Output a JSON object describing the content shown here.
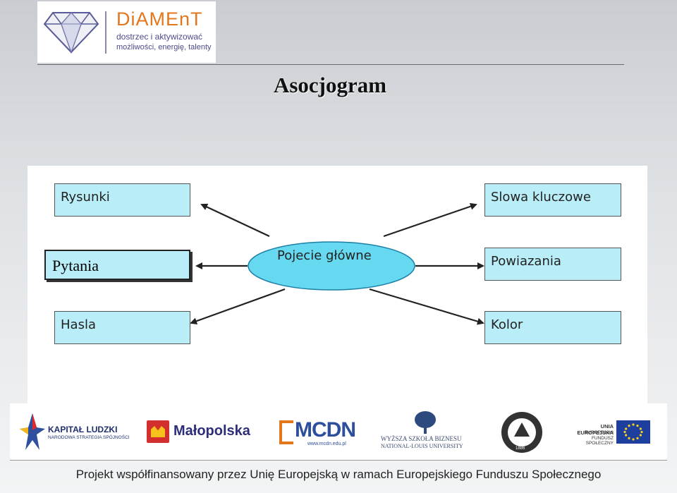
{
  "header": {
    "brand": "DiAMEnT",
    "tagline1": "dostrzec i aktywizować",
    "tagline2": "możliwości, energię, talenty"
  },
  "title": "Asocjogram",
  "diagram": {
    "central": "Pojecie główne",
    "nodes": {
      "rysunki": "Rysunki",
      "pytania": "Pytania",
      "hasla": "Hasla",
      "slowa": "Slowa kluczowe",
      "powiazania": "Powiazania",
      "kolor": "Kolor"
    },
    "colors": {
      "fill": "#b9eef8",
      "central_fill": "#66d9f0"
    }
  },
  "sponsors": {
    "kapital_title": "KAPITAŁ LUDZKI",
    "kapital_sub": "NARODOWA STRATEGIA SPÓJNOŚCI",
    "malopolska": "Małopolska",
    "mcdn": "MCDN",
    "mcdn_url": "www.mcdn.edu.pl",
    "wsb_line1": "WYŻSZA SZKOŁA BIZNESU",
    "wsb_line2": "NATIONAL-LOUIS UNIVERSITY",
    "nlu_year": "1886",
    "ue_line1": "UNIA EUROPEJSKA",
    "ue_line2": "EUROPEJSKI",
    "ue_line3": "FUNDUSZ SPOŁECZNY"
  },
  "footer": "Projekt współfinansowany przez Unię Europejską w ramach Europejskiego Funduszu Społecznego"
}
